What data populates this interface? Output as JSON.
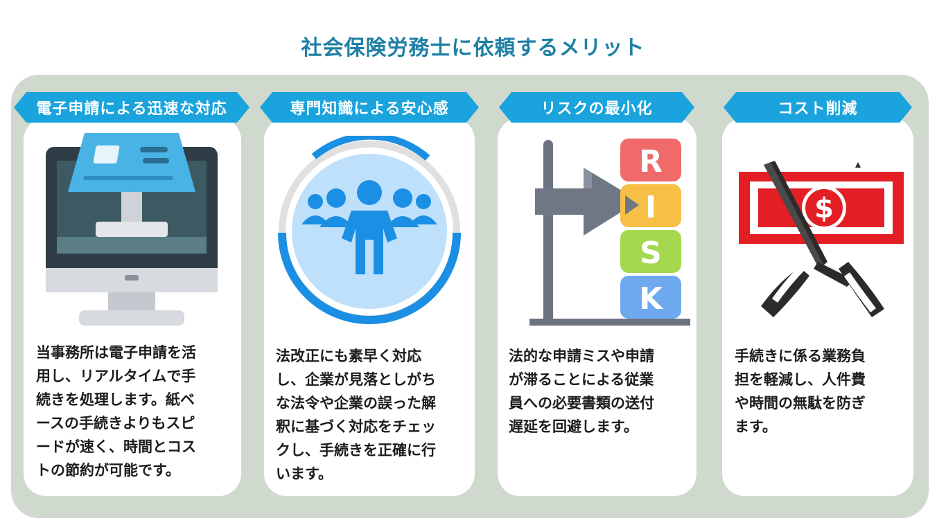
{
  "title": "社会保険労務士に依頼するメリット",
  "cards": [
    {
      "heading": "電子申請による迅速な対応",
      "icon": "computer-kiosk-icon",
      "lines": [
        "当事務所は電子申請を活",
        "用し、リアルタイムで手",
        "続きを処理します。紙ベ",
        "ースの手続きよりもスピ",
        "ードが速く、時間とコス",
        "トの節約が可能です。"
      ]
    },
    {
      "heading": "専門知識による安心感",
      "icon": "team-experts-icon",
      "lines": [
        "法改正にも素早く対応",
        "し、企業が見落としがち",
        "な法令や企業の誤った解",
        "釈に基づく対応をチェッ",
        "クし、手続きを正確に行",
        "います。"
      ]
    },
    {
      "heading": "リスクの最小化",
      "icon": "risk-blocks-icon",
      "icon_letters": [
        "R",
        "I",
        "S",
        "K"
      ],
      "lines": [
        "法的な申請ミスや申請",
        "が滞ることによる従業",
        "員への必要書類の送付",
        "遅延を回避します。"
      ]
    },
    {
      "heading": "コスト削減",
      "icon": "scissors-cutting-money-icon",
      "icon_symbol": "$",
      "lines": [
        "手続きに係る業務負",
        "担を軽減し、人件費",
        "や時間の無駄を防ぎ",
        "ます。"
      ]
    }
  ],
  "colors": {
    "title": "#1f7fa5",
    "ribbon": "#1aa3dc",
    "panel": "#cfd9cd",
    "card": "#ffffff"
  }
}
